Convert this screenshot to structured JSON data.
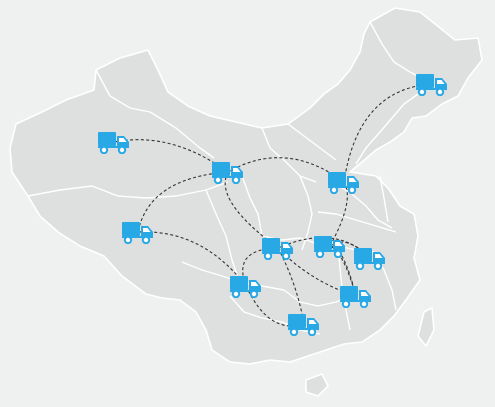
{
  "map": {
    "palette": {
      "background": "#eff0f0",
      "land_fill": "#dedfdf",
      "land_stroke": "#ffffff",
      "route_color": "#333333",
      "truck_color": "#29a8e6",
      "truck_wheel": "#29a8e6"
    },
    "icon": "delivery-truck-icon",
    "markers": [
      {
        "id": "xinjiang"
      },
      {
        "id": "gansu"
      },
      {
        "id": "heilongjiang"
      },
      {
        "id": "tibet"
      },
      {
        "id": "hebei"
      },
      {
        "id": "sichuan"
      },
      {
        "id": "henan"
      },
      {
        "id": "anhui"
      },
      {
        "id": "yunnan"
      },
      {
        "id": "hunan"
      },
      {
        "id": "guangxi"
      },
      {
        "id": "fujian"
      }
    ],
    "routes": [
      [
        "xinjiang",
        "gansu"
      ],
      [
        "gansu",
        "tibet"
      ],
      [
        "gansu",
        "hebei"
      ],
      [
        "gansu",
        "sichuan"
      ],
      [
        "hebei",
        "heilongjiang"
      ],
      [
        "hebei",
        "henan"
      ],
      [
        "tibet",
        "yunnan"
      ],
      [
        "yunnan",
        "sichuan"
      ],
      [
        "yunnan",
        "guangxi"
      ],
      [
        "sichuan",
        "guangxi"
      ],
      [
        "sichuan",
        "anhui"
      ],
      [
        "sichuan",
        "fujian"
      ],
      [
        "henan",
        "anhui"
      ],
      [
        "henan",
        "fujian"
      ],
      [
        "hunan",
        "fujian"
      ],
      [
        "hunan",
        "henan"
      ]
    ]
  }
}
